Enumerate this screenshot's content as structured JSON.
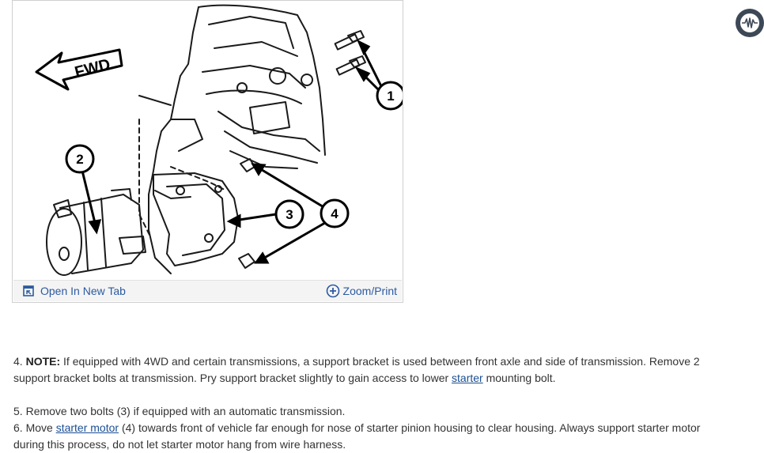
{
  "figure": {
    "open_tab_label": "Open In New Tab",
    "zoom_print_label": "Zoom/Print",
    "callouts": {
      "fwd": "FWD",
      "c1": "1",
      "c2": "2",
      "c3": "3",
      "c4": "4"
    }
  },
  "corner_button": {
    "icon": "waveform-icon"
  },
  "steps": {
    "step4": {
      "number": "4.",
      "note_label": "NOTE:",
      "text_a": "If equipped with 4WD and certain transmissions, a support bracket is used between front axle and side of transmission. Remove 2 support bracket bolts at transmission. Pry support bracket slightly to gain access to lower",
      "link": "starter",
      "text_b": "mounting bolt."
    },
    "step5": {
      "number": "5.",
      "text": "Remove two bolts (3) if equipped with an automatic transmission."
    },
    "step6": {
      "number": "6. Move",
      "link": "starter motor",
      "text": "(4) towards front of vehicle far enough for nose of starter pinion housing to clear housing. Always support starter motor during this process, do not let starter motor hang from wire harness."
    }
  }
}
